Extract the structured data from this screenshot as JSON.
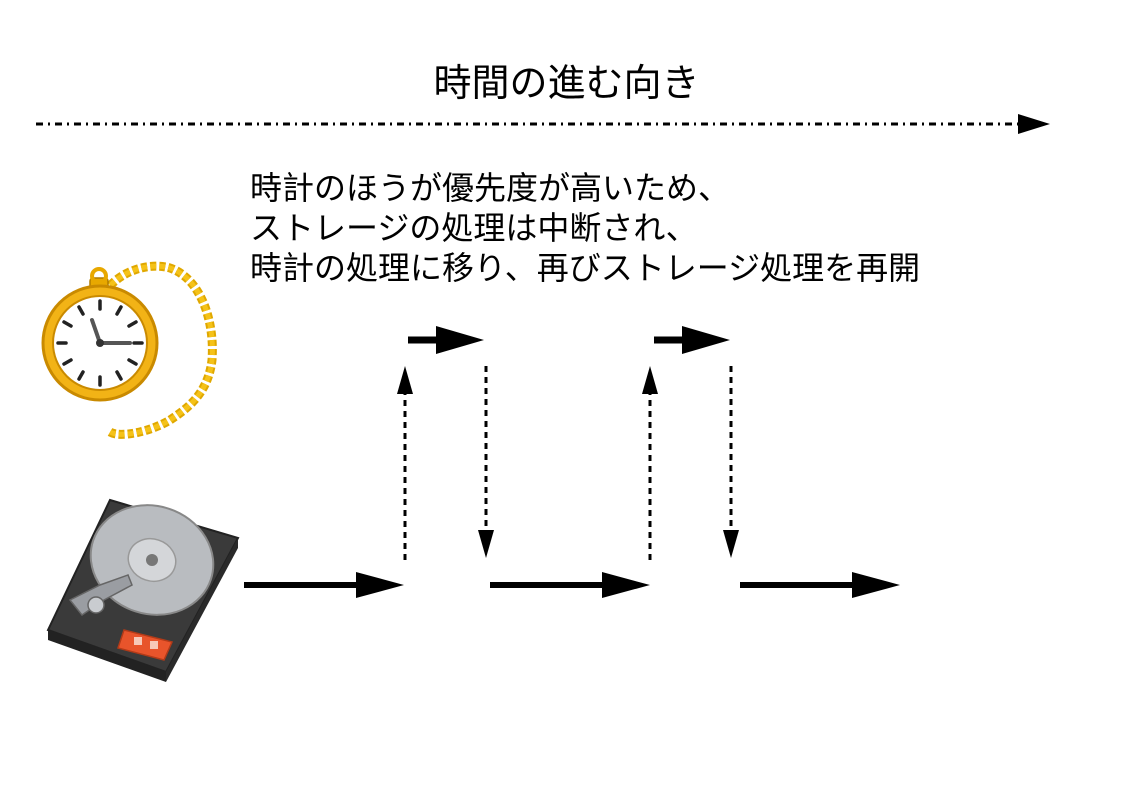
{
  "time_direction": {
    "label": "時間の進む向き"
  },
  "explanation": {
    "lines": [
      "時計のほうが優先度が高いため、",
      "ストレージの処理は中断され、",
      "時計の処理に移り、再びストレージ処理を再開"
    ]
  },
  "icons": {
    "clock": "pocket-watch-icon",
    "storage": "hard-disk-icon"
  },
  "colors": {
    "watch_gold": "#f2b316",
    "watch_chain": "#f5c218",
    "disk_body": "#3a3a3a",
    "platter": "#b9bcc0",
    "board": "#e8542b"
  }
}
